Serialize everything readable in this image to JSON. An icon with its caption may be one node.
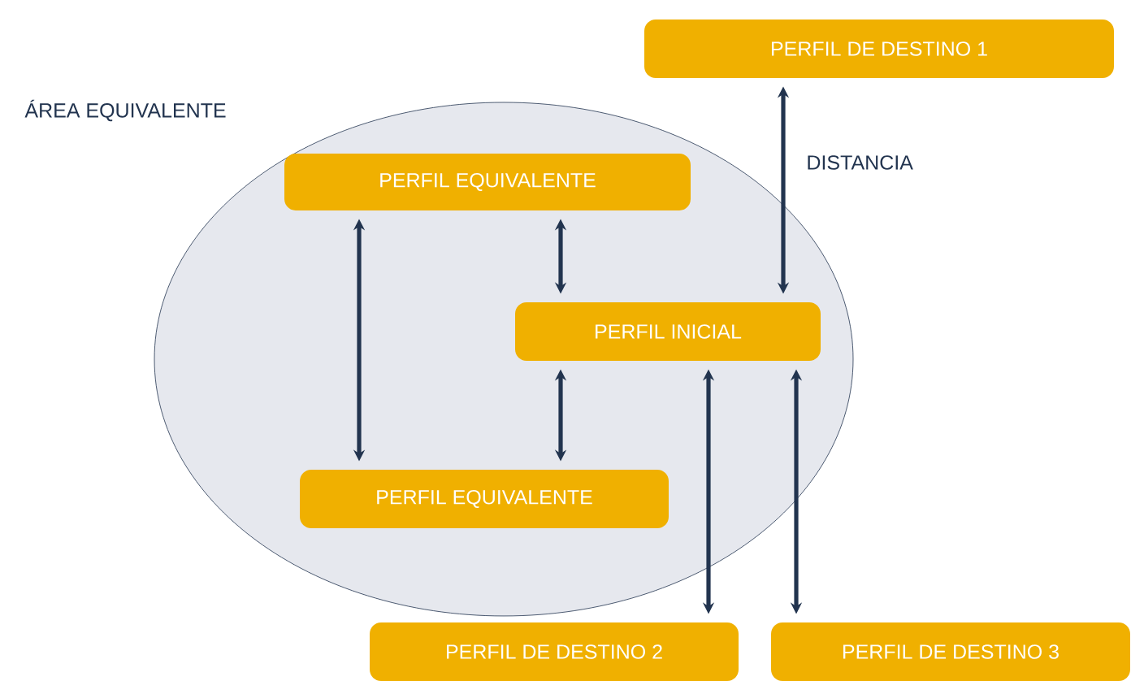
{
  "diagram": {
    "nodes": [
      {
        "text": [
          "PERFIL DE DESTINO 1"
        ]
      },
      {
        "text": [
          "ÁREA EQUIVALENTE"
        ]
      },
      {
        "text": [
          "PERFIL EQUIVALENTE"
        ],
        "in": 1
      },
      {
        "text": [
          "PERFIL INICIAL"
        ],
        "in": 1
      },
      {
        "text": [
          "PERFIL EQUIVALENTE"
        ],
        "in": 1
      },
      {
        "text": [
          "PERFIL DE DESTINO 2"
        ]
      },
      {
        "text": [
          "PERFIL DE DESTINO 3"
        ]
      }
    ],
    "edges": [
      {
        "from": 0,
        "to": 3,
        "arrow": "both",
        "label": "DISTANCIA"
      },
      {
        "from": 2,
        "to": 4,
        "arrow": "both"
      },
      {
        "from": 2,
        "to": 3,
        "arrow": "both"
      },
      {
        "from": 3,
        "to": 4,
        "arrow": "both"
      },
      {
        "from": 3,
        "to": 5,
        "arrow": "both"
      },
      {
        "from": 3,
        "to": 6,
        "arrow": "both"
      }
    ]
  }
}
